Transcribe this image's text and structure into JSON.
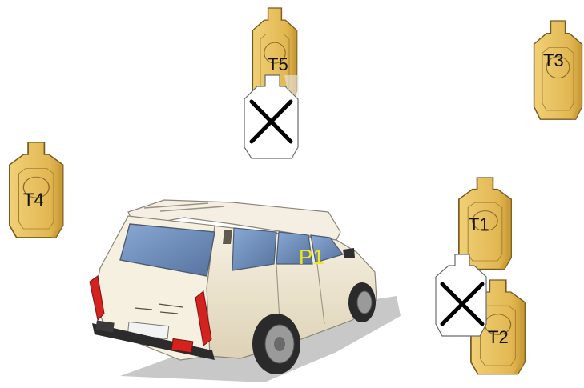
{
  "colors": {
    "background": "#ffffff",
    "target_fill": "#e8c25e",
    "target_shadow": "#c89a35",
    "target_outline": "#7a5a20",
    "noshoot_fill": "#ffffff",
    "noshoot_mark": "#000000",
    "car_body": "#efe6cf",
    "car_roof": "#f4efe2",
    "car_glass": "#6f8fbf",
    "car_tire": "#2a2a2a",
    "car_taillight": "#d4221f",
    "position_label": "#f2e51c"
  },
  "targets": [
    {
      "id": "t1",
      "label": "T1",
      "icon": "shoot-target-icon"
    },
    {
      "id": "t2",
      "label": "T2",
      "icon": "shoot-target-icon"
    },
    {
      "id": "t3",
      "label": "T3",
      "icon": "shoot-target-icon"
    },
    {
      "id": "t4",
      "label": "T4",
      "icon": "shoot-target-icon"
    },
    {
      "id": "t5",
      "label": "T5",
      "icon": "shoot-target-icon"
    }
  ],
  "no_shoot_targets": [
    {
      "id": "ns1",
      "icon": "no-shoot-target-icon"
    },
    {
      "id": "ns2",
      "icon": "no-shoot-target-icon"
    }
  ],
  "vehicle": {
    "icon": "car-icon"
  },
  "position": {
    "label": "P1"
  }
}
